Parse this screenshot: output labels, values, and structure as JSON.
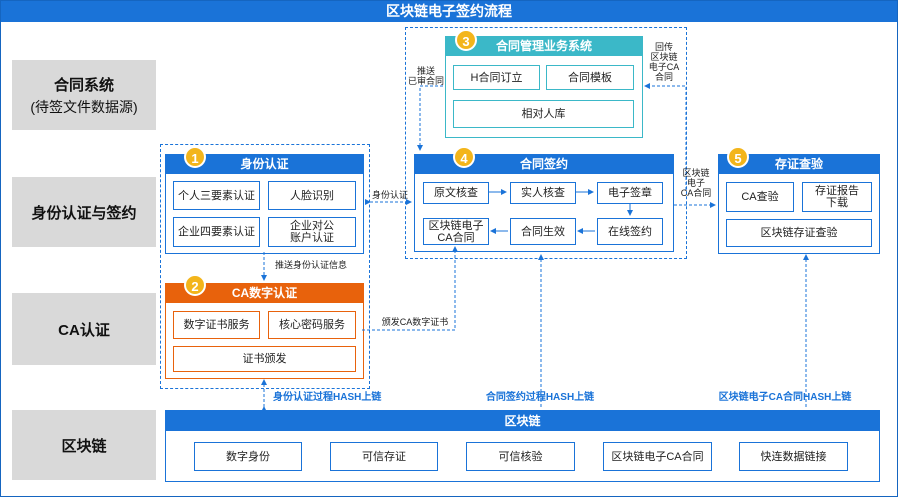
{
  "title": "区块链电子签约流程",
  "lanes": {
    "contract": {
      "title": "合同系统",
      "subtitle": "(待签文件数据源)"
    },
    "auth": {
      "title": "身份认证与签约"
    },
    "ca": {
      "title": "CA认证"
    },
    "chain": {
      "title": "区块链"
    }
  },
  "panels": {
    "identity": {
      "num": "1",
      "title": "身份认证",
      "items": [
        "个人三要素认证",
        "人脸识别",
        "企业四要素认证",
        "企业对公\n账户认证"
      ]
    },
    "ca": {
      "num": "2",
      "title": "CA数字认证",
      "items": [
        "数字证书服务",
        "核心密码服务",
        "证书颁发"
      ]
    },
    "mgmt": {
      "num": "3",
      "title": "合同管理业务系统",
      "items": [
        "H合同订立",
        "合同模板",
        "相对人库"
      ]
    },
    "sign": {
      "num": "4",
      "title": "合同签约",
      "items": [
        "原文核查",
        "实人核查",
        "电子签章",
        "区块链电子\nCA合同",
        "合同生效",
        "在线签约"
      ]
    },
    "store": {
      "num": "5",
      "title": "存证查验",
      "items": [
        "CA查验",
        "存证报告\n下载",
        "区块链存证查验"
      ]
    },
    "blockchain": {
      "title": "区块链",
      "items": [
        "数字身份",
        "可信存证",
        "可信核验",
        "区块链电子CA合同",
        "快连数据链接"
      ]
    }
  },
  "labels": {
    "push_auth": "推送身份认证信息",
    "id_auth": "身份认证",
    "issue_cert": "颁发CA数字证书",
    "push_signed": "推送\n已审合同",
    "return_contract": "回传\n区块链\n电子CA\n合同",
    "chain_contract": "区块链\n电子\nCA合同",
    "hash_auth": "身份认证过程HASH上链",
    "hash_sign": "合同签约过程HASH上链",
    "hash_ca": "区块链电子CA合同HASH上链"
  }
}
